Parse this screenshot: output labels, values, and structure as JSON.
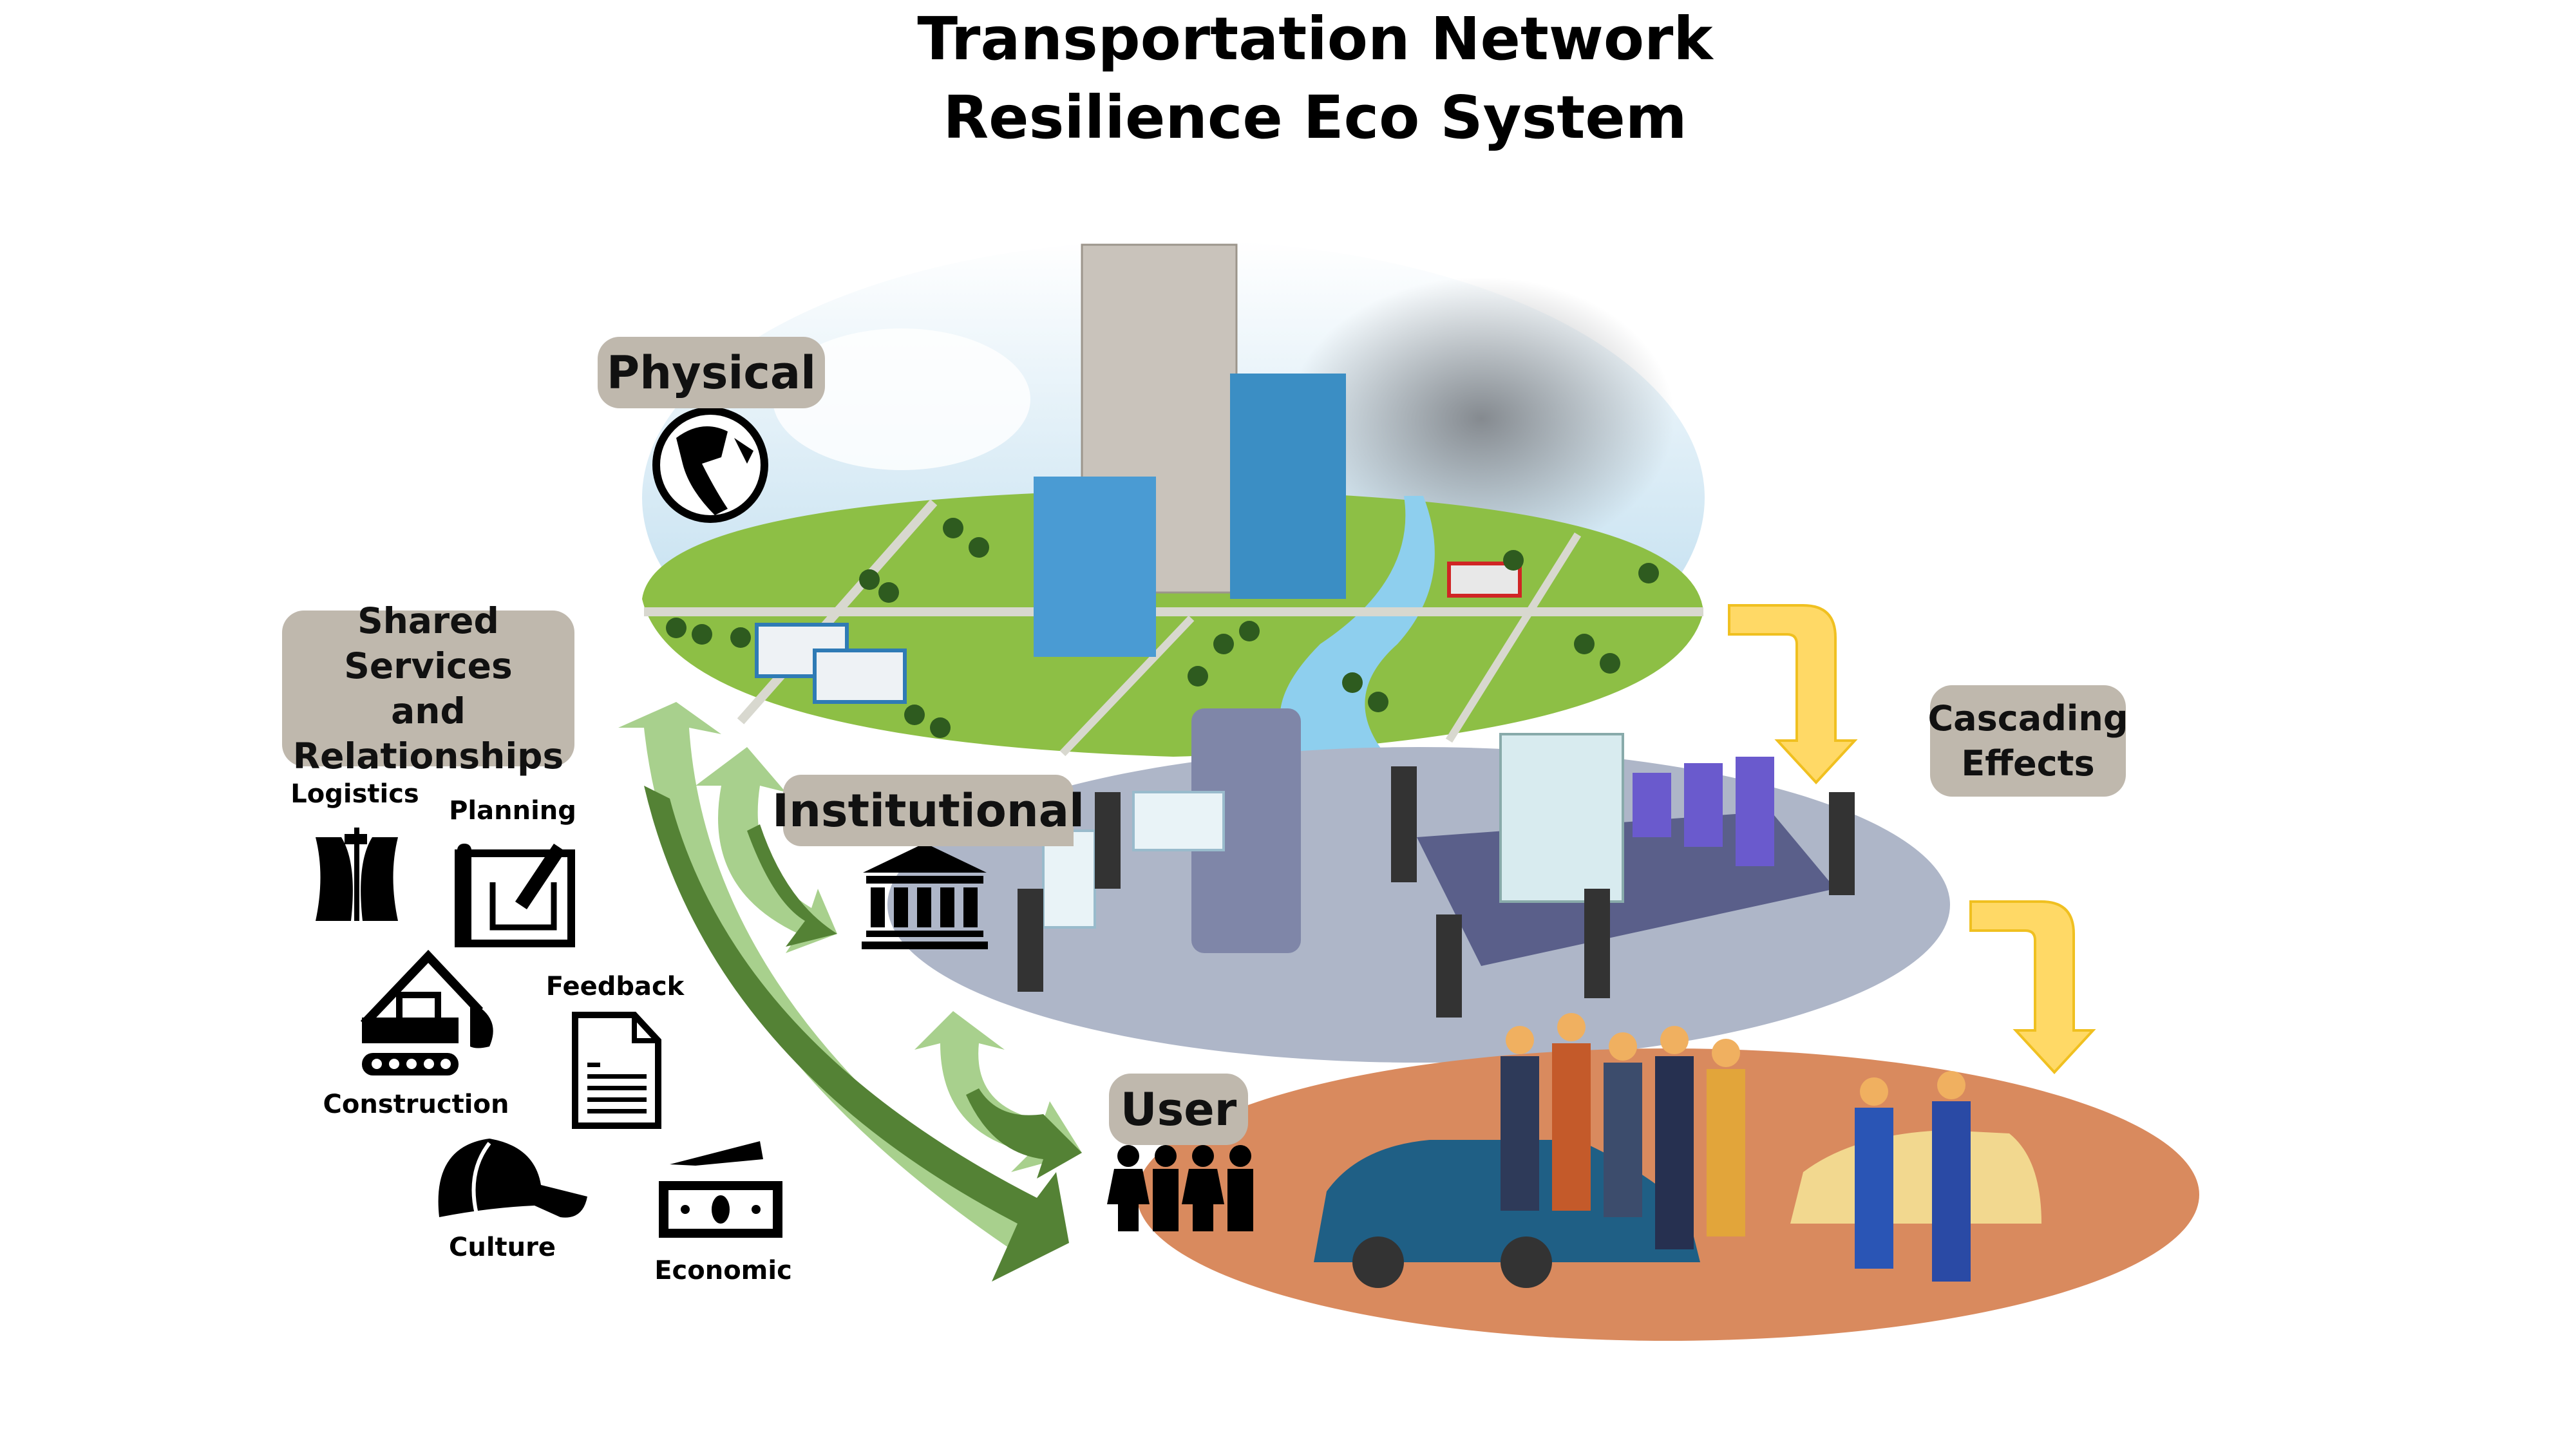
{
  "title": {
    "line1": "Transportation Network",
    "line2": "Resilience Eco System"
  },
  "layers": {
    "physical": "Physical",
    "institutional": "Institutional",
    "user": "User"
  },
  "shared": {
    "line1": "Shared Services",
    "line2": "and",
    "line3": "Relationships"
  },
  "cascading": {
    "line1": "Cascading",
    "line2": "Effects"
  },
  "services": [
    {
      "label": "Logistics",
      "icon": "road-signpost-icon"
    },
    {
      "label": "Planning",
      "icon": "blueprint-pencil-icon"
    },
    {
      "label": "Construction",
      "icon": "excavator-icon"
    },
    {
      "label": "Feedback",
      "icon": "document-icon"
    },
    {
      "label": "Culture",
      "icon": "cap-icon"
    },
    {
      "label": "Economic",
      "icon": "money-icon"
    }
  ],
  "colors": {
    "label_bg": "#bfb8ad",
    "arrow_light": "#a8d08d",
    "arrow_dark": "#548235",
    "cascade_arrow": "#ffd966",
    "physical_ground": "#8dbf45",
    "institutional_disc": "#aeb6c8",
    "user_disc": "#d98a5e"
  }
}
